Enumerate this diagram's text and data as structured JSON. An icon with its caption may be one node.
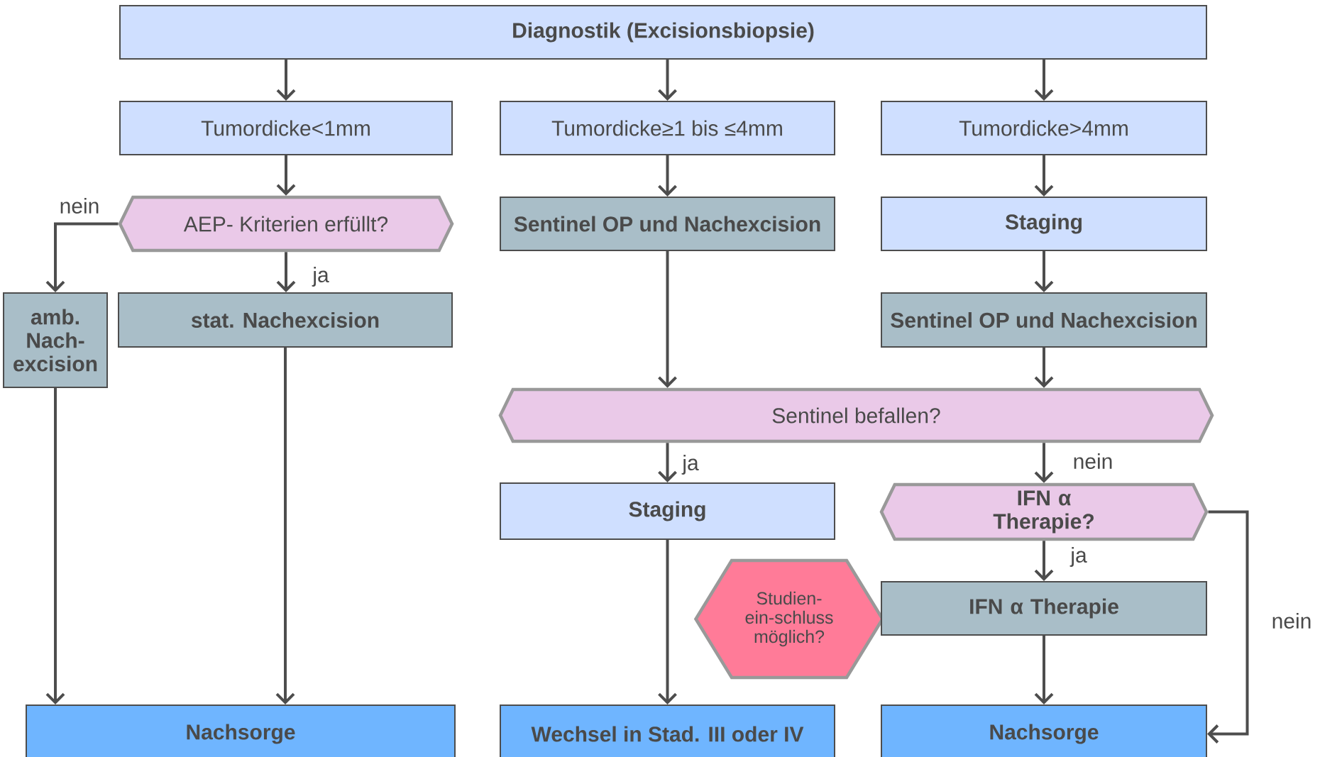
{
  "diagram": {
    "nodes": [
      {
        "text": [
          "Diagnostik (Excisionsbiopsie)"
        ]
      },
      {
        "text": [
          "Tumordicke<1mm"
        ]
      },
      {
        "text": [
          "Tumordicke≥1 bis ≤4mm"
        ]
      },
      {
        "text": [
          "Tumordicke>4mm"
        ]
      },
      {
        "text": [
          "AEP- Kriterien erfüllt?"
        ]
      },
      {
        "text": [
          "Sentinel OP und Nachexcision"
        ]
      },
      {
        "text": [
          "Staging"
        ]
      },
      {
        "text": [
          "amb. Nach-excision"
        ]
      },
      {
        "text": [
          "stat. Nachexcision"
        ]
      },
      {
        "text": [
          "Sentinel OP und Nachexcision"
        ]
      },
      {
        "text": [
          "Sentinel befallen?"
        ]
      },
      {
        "text": [
          "Staging"
        ]
      },
      {
        "text": [
          "IFN α Therapie?"
        ]
      },
      {
        "text": [
          "Studien-ein-schluss möglich?"
        ]
      },
      {
        "text": [
          "IFN α Therapie"
        ]
      },
      {
        "text": [
          "Nachsorge"
        ]
      },
      {
        "text": [
          "Wechsel in Stad. III oder IV"
        ]
      },
      {
        "text": [
          "Nachsorge"
        ]
      }
    ],
    "edges": [
      {
        "from": 0,
        "to": 1,
        "arrow": "to"
      },
      {
        "from": 0,
        "to": 2,
        "arrow": "to"
      },
      {
        "from": 0,
        "to": 3,
        "arrow": "to"
      },
      {
        "from": 1,
        "to": 4,
        "arrow": "to"
      },
      {
        "from": 2,
        "to": 5,
        "arrow": "to"
      },
      {
        "from": 3,
        "to": 6,
        "arrow": "to"
      },
      {
        "from": 4,
        "to": 7,
        "arrow": "to",
        "label": "nein"
      },
      {
        "from": 4,
        "to": 8,
        "arrow": "to",
        "label": "ja"
      },
      {
        "from": 6,
        "to": 9,
        "arrow": "to"
      },
      {
        "from": 5,
        "to": 10,
        "arrow": "to"
      },
      {
        "from": 9,
        "to": 10,
        "arrow": "to"
      },
      {
        "from": 10,
        "to": 11,
        "arrow": "to",
        "label": "ja"
      },
      {
        "from": 10,
        "to": 12,
        "arrow": "to",
        "label": "nein"
      },
      {
        "from": 12,
        "to": 14,
        "arrow": "to",
        "label": "ja"
      },
      {
        "from": 12,
        "to": 17,
        "arrow": "to",
        "label": "nein"
      },
      {
        "from": 7,
        "to": 15,
        "arrow": "to"
      },
      {
        "from": 8,
        "to": 15,
        "arrow": "to"
      },
      {
        "from": 11,
        "to": 16,
        "arrow": "to"
      },
      {
        "from": 14,
        "to": 17,
        "arrow": "to"
      }
    ]
  }
}
